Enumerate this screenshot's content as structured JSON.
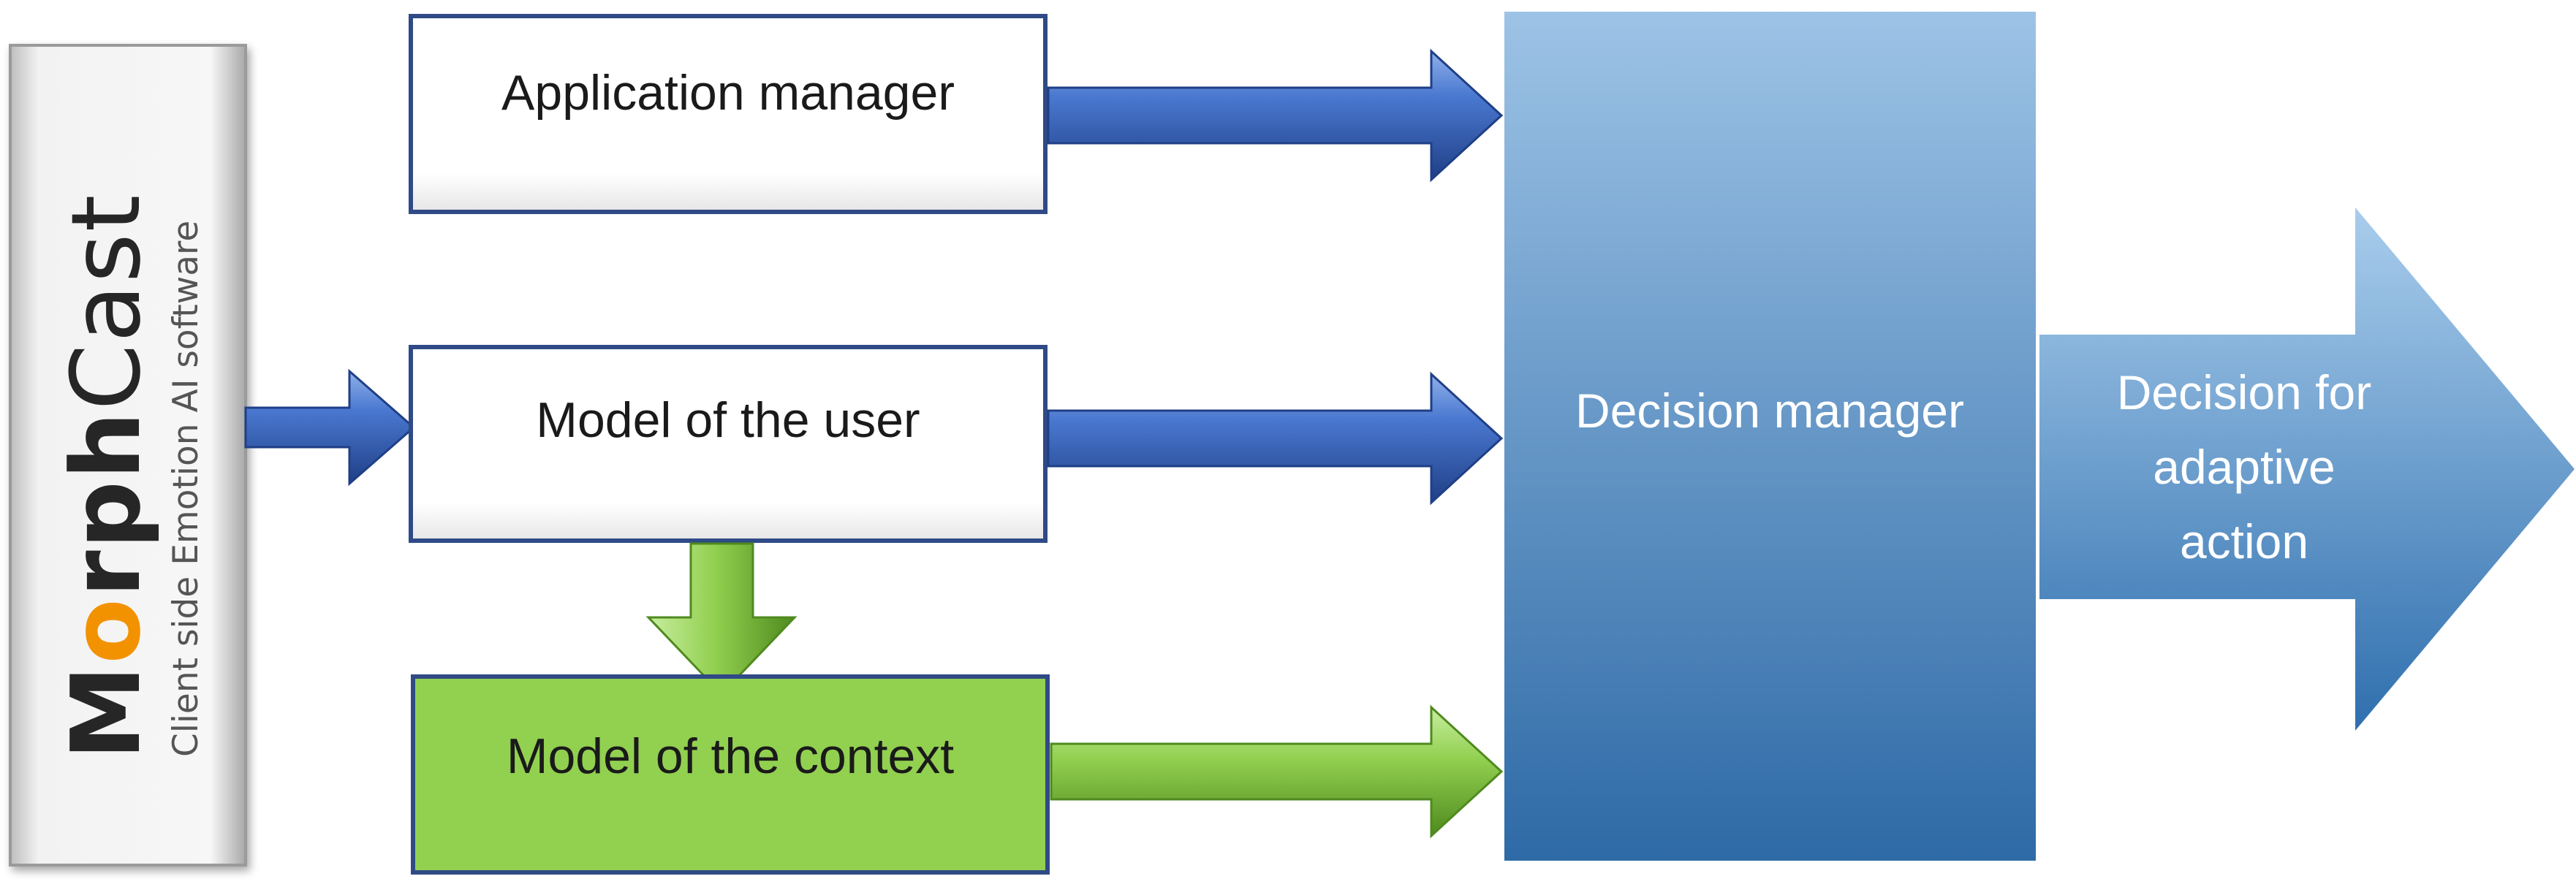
{
  "sidebar": {
    "logo_text": "MorphCast",
    "subtitle": "Client side Emotion AI software"
  },
  "boxes": {
    "application_manager": "Application manager",
    "model_user": "Model of the user",
    "model_context": "Model of the context",
    "decision_manager": "Decision manager"
  },
  "output_arrow": {
    "line1": "Decision for",
    "line2": "adaptive",
    "line3": "action"
  },
  "colors": {
    "blue_arrow": "#4472c4",
    "green_arrow": "#92d050",
    "box_border": "#2f4a86",
    "context_box_fill": "#92d050",
    "decision_top": "#9dc3e6",
    "decision_bottom": "#2e6aa6",
    "logo_orange": "#f39200",
    "logo_dark": "#262626"
  },
  "icons": {
    "logo": "morphcast-logo-icon"
  }
}
